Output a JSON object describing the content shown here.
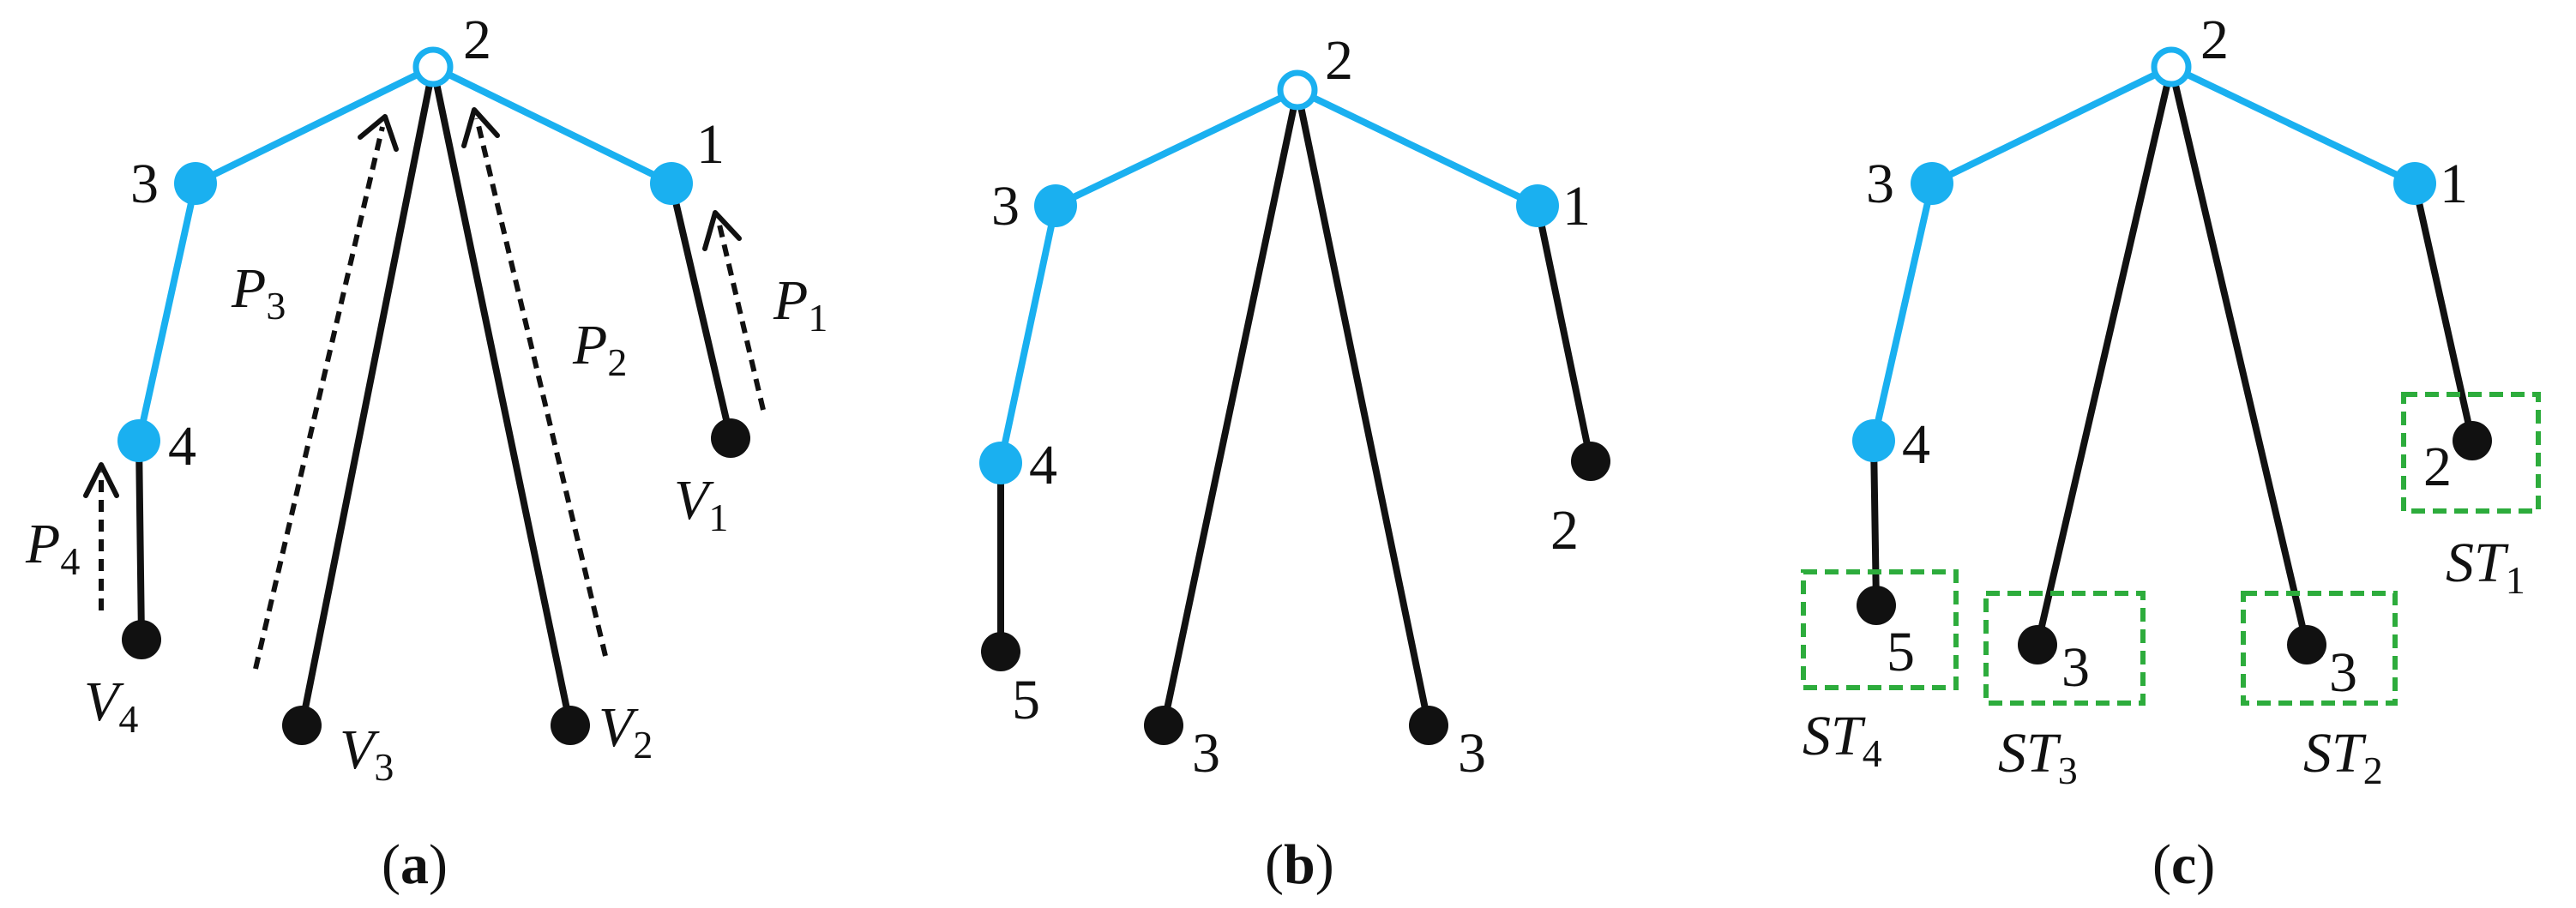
{
  "colors": {
    "edge_active": "#1ab0f0",
    "edge_other": "#111111",
    "node_active": "#1ab0f0",
    "node_leaf": "#111111",
    "subtree_box": "#2dac3c"
  },
  "panel_a": {
    "caption": {
      "open": "(",
      "letter": "a",
      "close": ")"
    },
    "nodes": {
      "root": "2",
      "n3": "3",
      "n1": "1",
      "n4": "4",
      "v1": {
        "base": "V",
        "sub": "1"
      },
      "v2": {
        "base": "V",
        "sub": "2"
      },
      "v3": {
        "base": "V",
        "sub": "3"
      },
      "v4": {
        "base": "V",
        "sub": "4"
      }
    },
    "paths": {
      "p1": {
        "base": "P",
        "sub": "1"
      },
      "p2": {
        "base": "P",
        "sub": "2"
      },
      "p3": {
        "base": "P",
        "sub": "3"
      },
      "p4": {
        "base": "P",
        "sub": "4"
      }
    }
  },
  "panel_b": {
    "caption": {
      "open": "(",
      "letter": "b",
      "close": ")"
    },
    "nodes": {
      "root": "2",
      "n3": "3",
      "n1": "1",
      "n4": "4",
      "leaf_right": "2",
      "leaf_v4": "5",
      "leaf_v3": "3",
      "leaf_v2": "3"
    }
  },
  "panel_c": {
    "caption": {
      "open": "(",
      "letter": "c",
      "close": ")"
    },
    "nodes": {
      "root": "2",
      "n3": "3",
      "n1": "1",
      "n4": "4",
      "leaf_right": "2",
      "leaf_v4": "5",
      "leaf_v3": "3",
      "leaf_v2": "3"
    },
    "subtrees": {
      "st1": {
        "base": "ST",
        "sub": "1"
      },
      "st2": {
        "base": "ST",
        "sub": "2"
      },
      "st3": {
        "base": "ST",
        "sub": "3"
      },
      "st4": {
        "base": "ST",
        "sub": "4"
      }
    }
  }
}
